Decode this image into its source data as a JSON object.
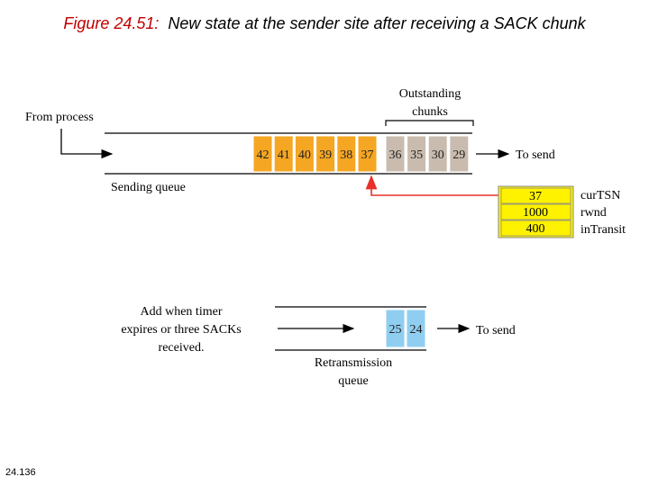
{
  "title": {
    "figure_label": "Figure 24.51:",
    "caption": "New state at the sender site after receiving a SACK chunk"
  },
  "slide_number": "24.136",
  "sending": {
    "from_process": "From process",
    "queue_label": "Sending queue",
    "to_send": "To send",
    "outstanding_label_line1": "Outstanding",
    "outstanding_label_line2": "chunks",
    "new_chunks": [
      "42",
      "41",
      "40",
      "39",
      "38",
      "37"
    ],
    "outstanding_chunks": [
      "36",
      "35",
      "30",
      "29"
    ]
  },
  "state": {
    "values": [
      "37",
      "1000",
      "400"
    ],
    "names": [
      "curTSN",
      "rwnd",
      "inTransit"
    ]
  },
  "retransmission": {
    "add_line1": "Add when timer",
    "add_line2": "expires or three SACKs",
    "add_line3": "received.",
    "chunks": [
      "25",
      "24"
    ],
    "to_send": "To send",
    "queue_label_line1": "Retransmission",
    "queue_label_line2": "queue"
  },
  "colors": {
    "new_chunk_fill": "#f5a623",
    "outstanding_chunk_fill": "#c9bcae",
    "retrans_chunk_fill": "#8fcef0",
    "state_fill": "#fff200",
    "pointer_arrow": "#e8302a",
    "title_label": "#c00000"
  }
}
